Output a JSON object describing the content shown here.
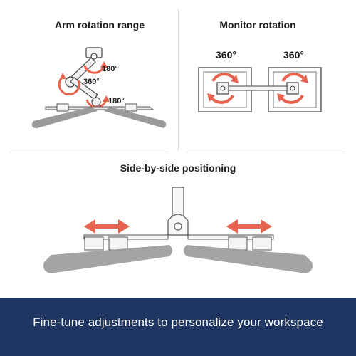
{
  "sections": {
    "arm": {
      "title": "Arm rotation range",
      "labels": {
        "top": "180°",
        "middle": "360°",
        "bottom": "180°"
      }
    },
    "monitor": {
      "title": "Monitor rotation",
      "labels": {
        "left": "360°",
        "right": "360°"
      }
    },
    "side": {
      "title": "Side-by-side positioning"
    }
  },
  "banner": {
    "text": "Fine-tune adjustments to personalize your workspace"
  },
  "colors": {
    "accent": "#e8634f",
    "banner": "#1f3663",
    "monitor_gray": "#9a9a9a",
    "line": "#444444"
  }
}
